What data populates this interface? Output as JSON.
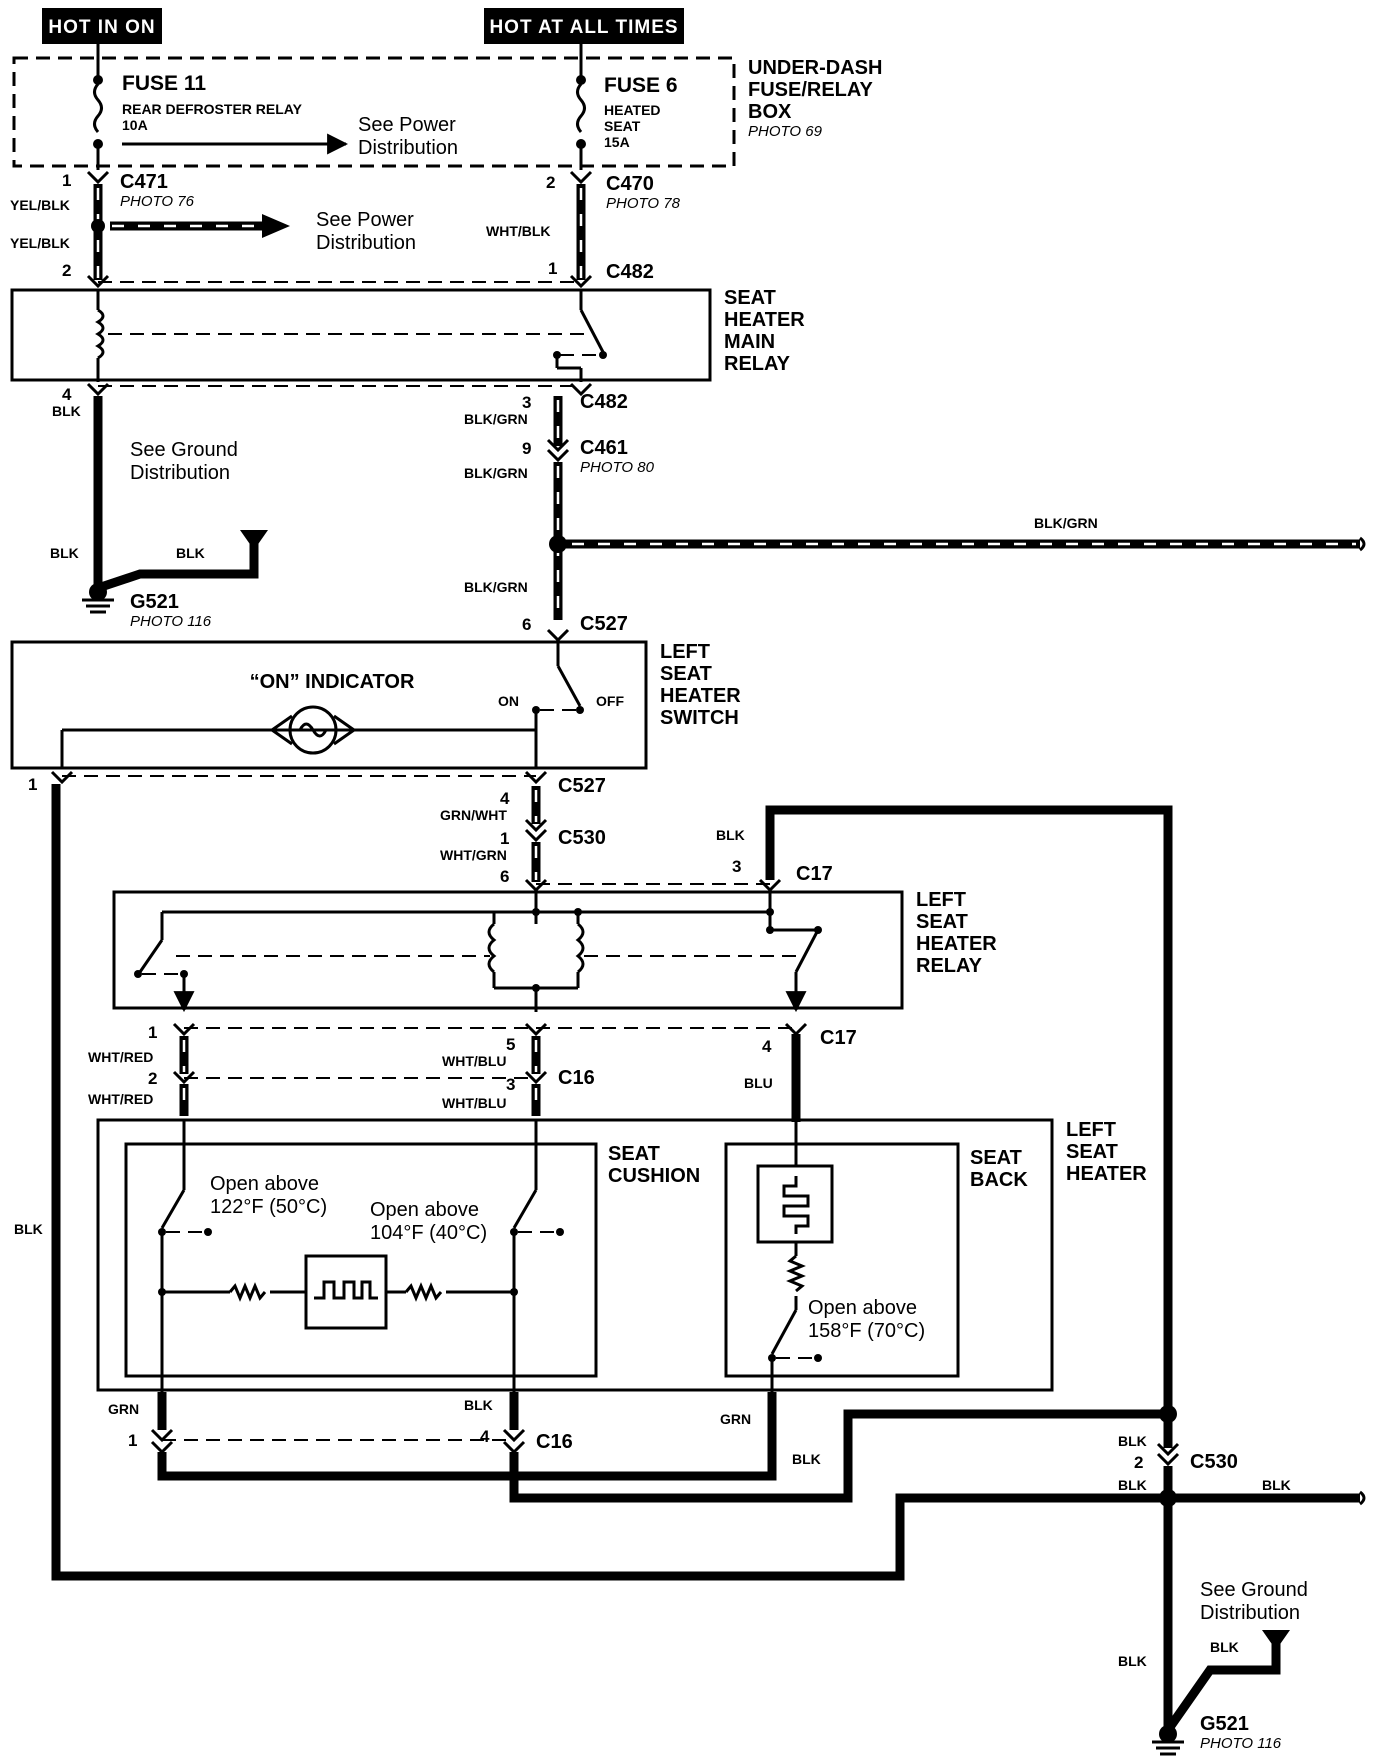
{
  "headers": {
    "hot_in_on": "HOT IN ON",
    "hot_at_all_times": "HOT AT ALL TIMES"
  },
  "fuse_box": {
    "name_line1": "UNDER-DASH",
    "name_line2": "FUSE/RELAY",
    "name_line3": "BOX",
    "photo": "PHOTO 69",
    "fuse11_title": "FUSE 11",
    "fuse11_desc": "REAR DEFROSTER RELAY",
    "fuse11_amp": "10A",
    "fuse6_title": "FUSE 6",
    "fuse6_desc1": "HEATED",
    "fuse6_desc2": "SEAT",
    "fuse6_amp": "15A",
    "see_power_1": "See Power",
    "see_power_2": "Distribution"
  },
  "connectors": {
    "c471": "C471",
    "c471_photo": "PHOTO 76",
    "c470": "C470",
    "c470_photo": "PHOTO 78",
    "c482": "C482",
    "c461": "C461",
    "c461_photo": "PHOTO 80",
    "c527": "C527",
    "c530": "C530",
    "c17": "C17",
    "c16": "C16",
    "g521": "G521",
    "g521_photo": "PHOTO 116"
  },
  "pins": {
    "p1": "1",
    "p2": "2",
    "p3": "3",
    "p4": "4",
    "p5": "5",
    "p6": "6",
    "p9": "9"
  },
  "wires": {
    "yel_blk": "YEL/BLK",
    "wht_blk": "WHT/BLK",
    "blk": "BLK",
    "blk_grn": "BLK/GRN",
    "grn_wht": "GRN/WHT",
    "wht_grn": "WHT/GRN",
    "wht_red": "WHT/RED",
    "wht_blu": "WHT/BLU",
    "blu": "BLU",
    "grn": "GRN"
  },
  "main_relay": {
    "line1": "SEAT",
    "line2": "HEATER",
    "line3": "MAIN",
    "line4": "RELAY"
  },
  "switch": {
    "line1": "LEFT",
    "line2": "SEAT",
    "line3": "HEATER",
    "line4": "SWITCH",
    "indicator": "“ON” INDICATOR",
    "on": "ON",
    "off": "OFF"
  },
  "heater_relay": {
    "line1": "LEFT",
    "line2": "SEAT",
    "line3": "HEATER",
    "line4": "RELAY"
  },
  "seat_heater": {
    "line1": "LEFT",
    "line2": "SEAT",
    "line3": "HEATER",
    "cushion1": "SEAT",
    "cushion2": "CUSHION",
    "back1": "SEAT",
    "back2": "BACK",
    "open_122a": "Open above",
    "open_122b": "122°F (50°C)",
    "open_104a": "Open above",
    "open_104b": "104°F (40°C)",
    "open_158a": "Open above",
    "open_158b": "158°F (70°C)"
  },
  "notes": {
    "see_ground_1": "See Ground",
    "see_ground_2": "Distribution",
    "see_power_1": "See Power",
    "see_power_2": "Distribution"
  }
}
